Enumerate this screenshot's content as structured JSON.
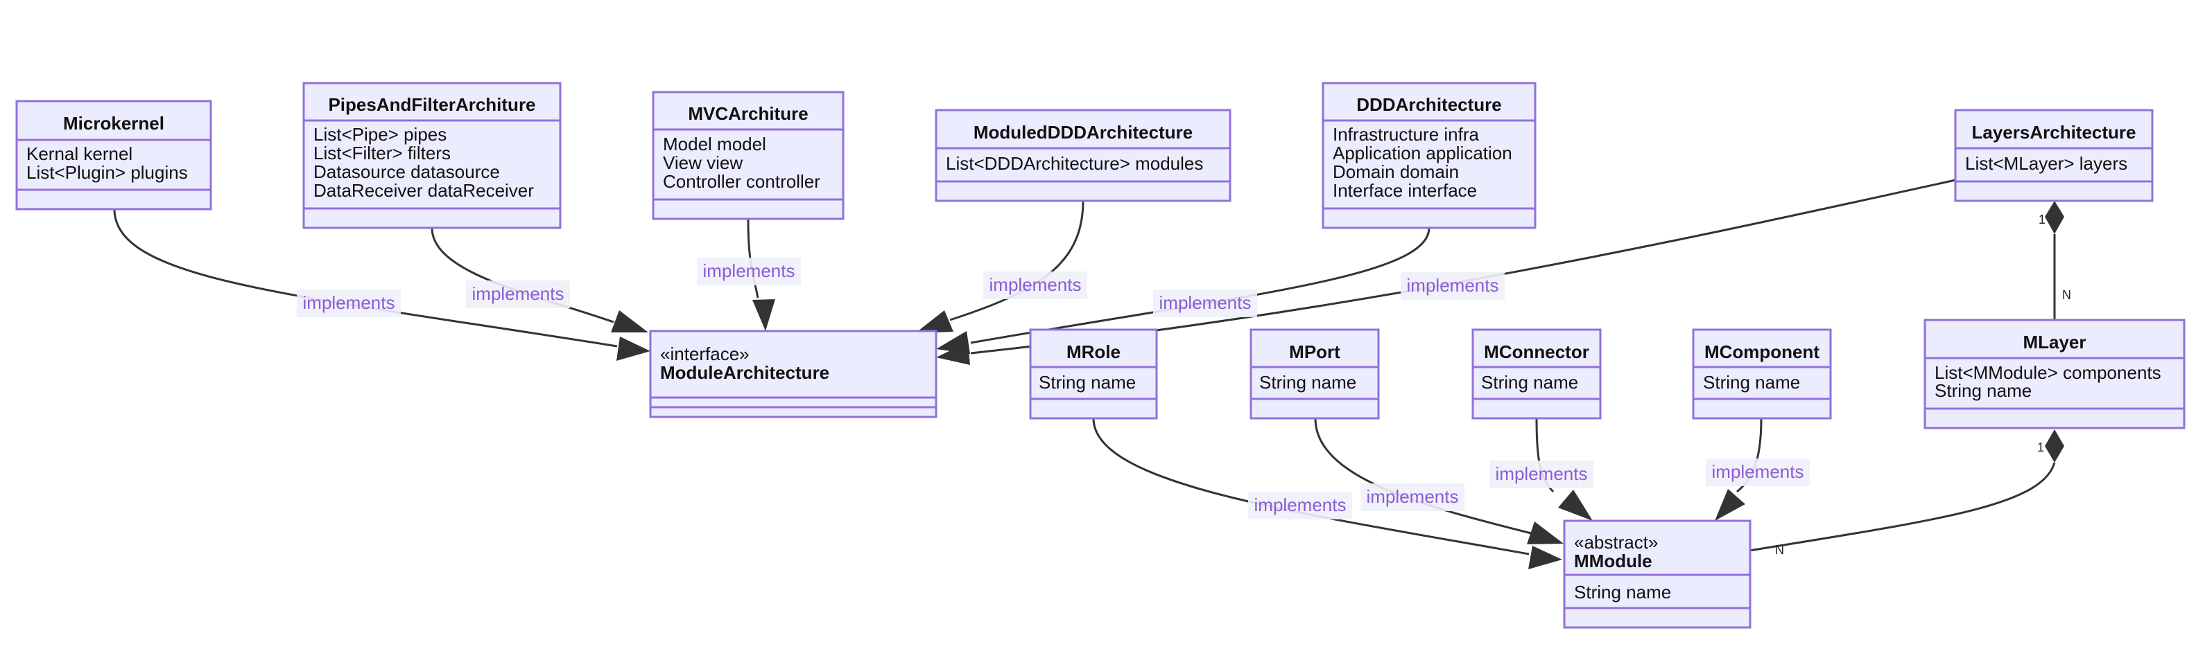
{
  "classes": {
    "microkernel": {
      "name": "Microkernel",
      "attrs": [
        "Kernal kernel",
        "List<Plugin> plugins"
      ]
    },
    "pipes": {
      "name": "PipesAndFilterArchiture",
      "attrs": [
        "List<Pipe> pipes",
        "List<Filter> filters",
        "Datasource datasource",
        "DataReceiver dataReceiver"
      ]
    },
    "mvc": {
      "name": "MVCArchiture",
      "attrs": [
        "Model model",
        "View view",
        "Controller controller"
      ]
    },
    "moduledddd": {
      "name": "ModuledDDDArchitecture",
      "attrs": [
        "List<DDDArchitecture> modules"
      ]
    },
    "ddd": {
      "name": "DDDArchitecture",
      "attrs": [
        "Infrastructure infra",
        "Application application",
        "Domain domain",
        "Interface interface"
      ]
    },
    "layers": {
      "name": "LayersArchitecture",
      "attrs": [
        "List<MLayer> layers"
      ]
    },
    "modulearch": {
      "stereotype": "«interface»",
      "name": "ModuleArchitecture",
      "attrs": []
    },
    "mrole": {
      "name": "MRole",
      "attrs": [
        "String name"
      ]
    },
    "mport": {
      "name": "MPort",
      "attrs": [
        "String name"
      ]
    },
    "mconnector": {
      "name": "MConnector",
      "attrs": [
        "String name"
      ]
    },
    "mcomponent": {
      "name": "MComponent",
      "attrs": [
        "String name"
      ]
    },
    "mlayer": {
      "name": "MLayer",
      "attrs": [
        "List<MModule> components",
        "String name"
      ]
    },
    "mmodule": {
      "stereotype": "«abstract»",
      "name": "MModule",
      "attrs": [
        "String name"
      ]
    }
  },
  "edges": {
    "microkernel_implements": "implements",
    "pipes_implements": "implements",
    "mvc_implements": "implements",
    "moduledddd_implements": "implements",
    "ddd_implements": "implements",
    "layers_implements": "implements",
    "mrole_implements": "implements",
    "mport_implements": "implements",
    "mconnector_implements": "implements",
    "mcomponent_implements": "implements"
  },
  "cardinalities": {
    "layers_end": "1",
    "mlayer_end": "N",
    "mlayer_end2": "1",
    "mmodule_end": "N"
  }
}
